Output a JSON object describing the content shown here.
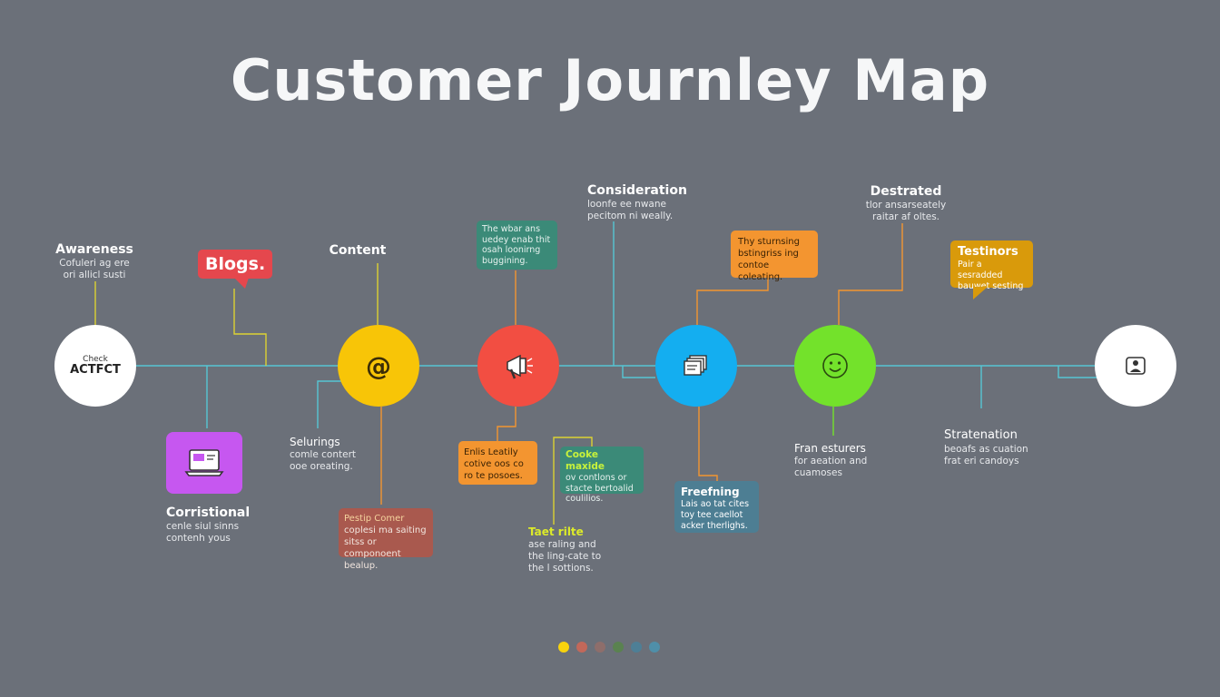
{
  "title": "Customer Journley Map",
  "nodes": {
    "first": {
      "line1": "Check",
      "line2": "ACTFCT",
      "color": "#ffffff"
    },
    "content": {
      "glyph": "@",
      "color": "#f8c507"
    },
    "promo": {
      "color": "#f24e42"
    },
    "docs": {
      "color": "#14aef0"
    },
    "smile": {
      "color": "#73e22b"
    },
    "last": {
      "color": "#ffffff"
    }
  },
  "labels": {
    "awareness": {
      "heading": "Awareness",
      "lines": [
        "Cofuleri ag ere",
        "ori allicl susti"
      ]
    },
    "content": {
      "heading": "Content"
    },
    "consideration": {
      "heading": "Consideration",
      "lines": [
        "loonfe ee nwane",
        "pecitom ni weally."
      ]
    },
    "destrated": {
      "heading": "Destrated",
      "lines": [
        "tlor ansarseately",
        "raitar af oltes."
      ]
    },
    "corristional": {
      "heading": "Corristional",
      "lines": [
        "cenle siul sinns",
        "contenh yous"
      ]
    },
    "selurings": {
      "heading": "Selurings",
      "lines": [
        "comle contert",
        "ooe oreating."
      ]
    },
    "tastrite": {
      "heading": "Taet rilte",
      "lines": [
        "ase raling and",
        "the ling-cate to",
        "the l sottions."
      ]
    },
    "fran": {
      "heading": "Fran esturers",
      "lines": [
        "for aeation and",
        "cuamoses"
      ]
    },
    "stratenation": {
      "heading": "Stratenation",
      "lines": [
        "beoafs as cuation",
        "frat eri candoys"
      ]
    }
  },
  "cards": {
    "blogs": {
      "text": "Blogs.",
      "color": "#e5474d"
    },
    "webcard": {
      "lines": [
        "The wbar ans",
        "uedey enab thit",
        "osah loonirng",
        "buggining."
      ],
      "color": "#3b8a78"
    },
    "thystur": {
      "lines": [
        "Thy sturnsing",
        "bstingriss ing",
        "contoe coleating."
      ],
      "color": "#f39530"
    },
    "testinors": {
      "heading": "Testinors",
      "lines": [
        "Pair a sesradded",
        "bauwet sesting"
      ],
      "color": "#d99a0b"
    },
    "enlis": {
      "heading": "Enlis",
      "lines": [
        "Enlis  Leatily",
        "cotive oos co",
        "ro te posoes."
      ],
      "color": "#f39530"
    },
    "cooke": {
      "heading": "Cooke",
      "lines": [
        "Cooke maxide",
        "ov contlons or",
        "stacte bertoalid",
        "coulilios."
      ],
      "color": "#3b8a78"
    },
    "pestip": {
      "heading": "Pestip",
      "lines": [
        "Pestip Comer",
        "coplesi ma saiting",
        "sitss or componoent",
        "bealup."
      ],
      "color": "#a9594e"
    },
    "freefning": {
      "heading": "Freefning",
      "lines": [
        "Lais ao tat cites",
        "toy tee caellot",
        "acker therlighs."
      ],
      "color": "#4d7e93"
    }
  },
  "pager": {
    "dots": [
      "#f8d30d",
      "#c2685a",
      "#8e6e6b",
      "#5a8250",
      "#4e7f96",
      "#4f8fa9"
    ]
  }
}
